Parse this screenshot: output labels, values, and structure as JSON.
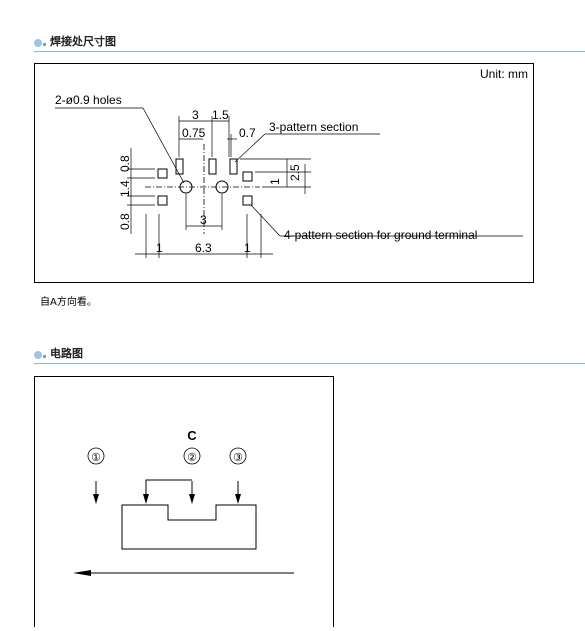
{
  "sections": {
    "pattern": {
      "title": "焊接处尺寸图"
    },
    "circuit": {
      "title": "电路图"
    }
  },
  "pattern_drawing": {
    "unit": "Unit: mm",
    "labels": {
      "holes": "2-ø0.9 holes",
      "three_pattern": "3-pattern section",
      "four_pattern": "4-pattern section for ground terminal"
    },
    "dims": {
      "d3_top": "3",
      "d1_5": "1.5",
      "d0_75": "0.75",
      "d0_7": "0.7",
      "d2_5": "2.5",
      "d1_right": "1",
      "d0_8_top": "0.8",
      "d1_4": "1.4",
      "d0_8_bottom": "0.8",
      "d3_bottom": "3",
      "d1_left": "1",
      "d6_3": "6.3",
      "d1_right_bottom": "1"
    }
  },
  "note": "自A方向看。",
  "circuit_drawing": {
    "common_label": "C",
    "terminals": [
      "①",
      "②",
      "③"
    ]
  }
}
